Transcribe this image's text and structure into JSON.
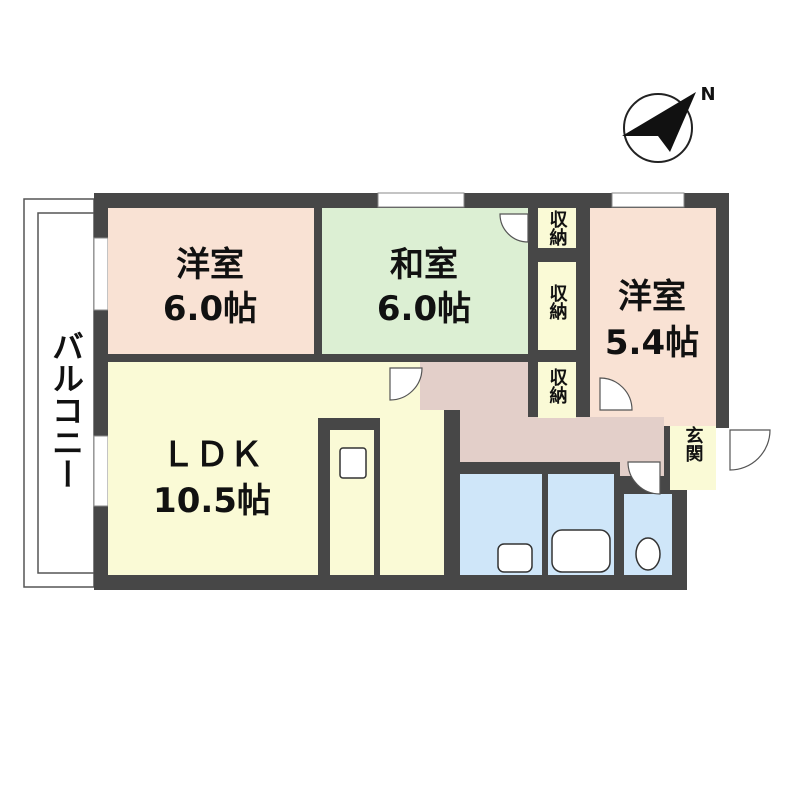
{
  "colors": {
    "wall": "#474747",
    "western_room": "#f9e2d4",
    "japanese_room": "#dcefd3",
    "ldk": "#fafad6",
    "hall": "#e3cfc9",
    "bath": "#cfe6f9",
    "storage": "#fafad6",
    "entrance": "#fafad6",
    "balcony_outline": "#555555"
  },
  "compass": {
    "north_label": "N"
  },
  "rooms": {
    "western_1": {
      "name": "洋室",
      "size": "6.0帖"
    },
    "japanese": {
      "name": "和室",
      "size": "6.0帖"
    },
    "western_2": {
      "name": "洋室",
      "size": "5.4帖"
    },
    "ldk": {
      "name": "ＬＤＫ",
      "size": "10.5帖"
    }
  },
  "storage": [
    {
      "label": "収納"
    },
    {
      "label": "収納"
    },
    {
      "label": "収納"
    }
  ],
  "entrance": {
    "label": "玄関"
  },
  "balcony": {
    "label": "バルコニー"
  }
}
